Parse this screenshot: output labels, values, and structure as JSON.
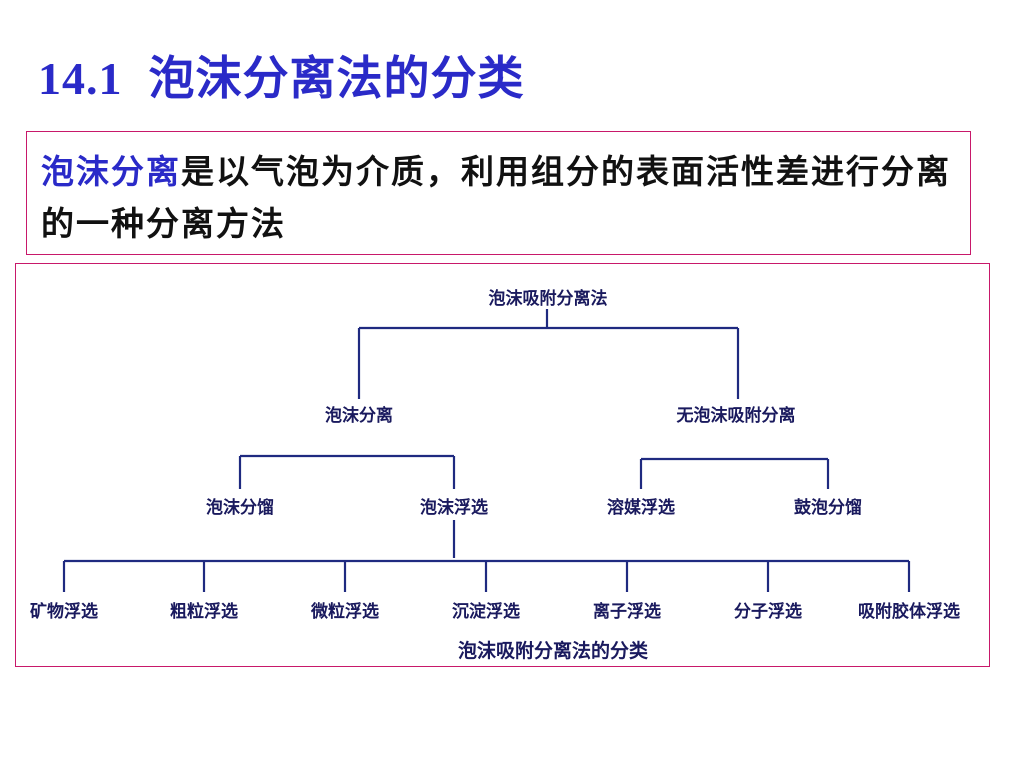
{
  "title": {
    "number": "14.1",
    "text": "泡沫分离法的分类"
  },
  "definition": {
    "term": "泡沫分离",
    "text": "是以气泡为介质，利用组分的表面活性差进行分离的一种分离方法"
  },
  "diagram": {
    "root": "泡沫吸附分离法",
    "level1": [
      "泡沫分离",
      "无泡沫吸附分离"
    ],
    "level2": [
      "泡沫分馏",
      "泡沫浮选",
      "溶媒浮选",
      "鼓泡分馏"
    ],
    "level3": [
      "矿物浮选",
      "粗粒浮选",
      "微粒浮选",
      "沉淀浮选",
      "离子浮选",
      "分子浮选",
      "吸附胶体浮选"
    ],
    "caption": "泡沫吸附分离法的分类"
  }
}
